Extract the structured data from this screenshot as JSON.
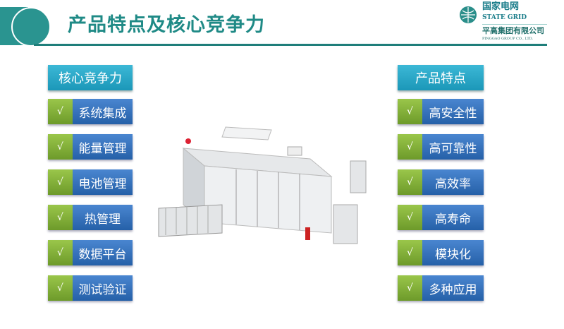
{
  "title": "产品特点及核心竞争力",
  "logo": {
    "cn": "国家电网",
    "en": "STATE GRID",
    "company_cn": "平高集团有限公司",
    "company_en": "PINGGAO GROUP CO., LTD."
  },
  "left": {
    "header": "核心竞争力",
    "items": [
      "系统集成",
      "能量管理",
      "电池管理",
      "热管理",
      "数据平台",
      "测试验证"
    ]
  },
  "right": {
    "header": "产品特点",
    "items": [
      "高安全性",
      "高可靠性",
      "高效率",
      "高寿命",
      "模块化",
      "多种应用"
    ]
  },
  "check": "√",
  "colors": {
    "teal": "#2a9490",
    "green": "#8ab83c",
    "blue": "#3674c0",
    "cyan": "#2aa8c8"
  }
}
